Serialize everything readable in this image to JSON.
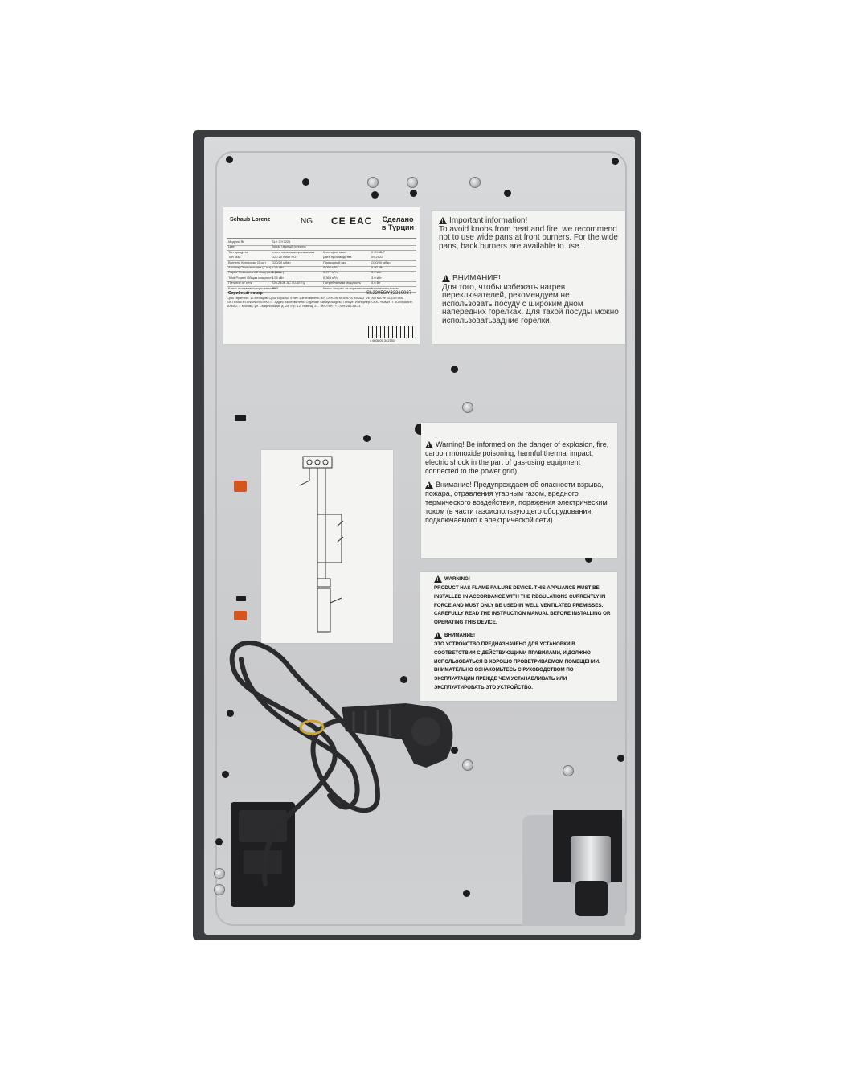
{
  "rating_plate": {
    "brand": "Schaub Lorenz",
    "gas_type": "NG",
    "marks": "CE EAC",
    "made_in": "Сделано в Турции",
    "rows": [
      [
        "Модель №",
        "SLK GY3221",
        "",
        ""
      ],
      [
        "Цвет",
        "Black/ Черный (стекло)",
        "",
        ""
      ],
      [
        "Тип продукта",
        "плита газовая встраиваемая",
        "Категория газа",
        "II 2H3B/P"
      ],
      [
        "Тип газа",
        "G20 20 mbar NG",
        "Дата производства",
        "09.2022"
      ],
      [
        "Burners/ Конфорки (2 шт)",
        "G20/20 мбар",
        "Природный газ",
        "G30/30 мбар"
      ],
      [
        "Auxiliary/Экономичная (1 шт)",
        "0.95 кВт",
        "0.095 м³/ч",
        "0.80 кВт"
      ],
      [
        "Rapid/ Повышенной мощности (1 шт)",
        "2.6 кВт",
        "0.277 м³/ч",
        "2.2 кВт"
      ],
      [
        "Total Power/ Общая мощность",
        "3.55 кВт",
        "0.363 м³/ч",
        "3.0 кВт"
      ],
      [
        "Питание от сети",
        "220-240В AC 50-60 Гц",
        "Потребляемая мощность",
        "0.6 Вт"
      ],
      [
        "Класс пылевлагозащищенности",
        "IP20",
        "Класс защиты от поражения электрическим током",
        "I"
      ]
    ],
    "serial_label": "Серийный номер",
    "serial": "SL2205GY32210027",
    "fine_print": "Срок гарантии: 12 месяцев/ Срок службы: 5 лет. Изготовитель: ER OEKUN MOBILYA INSAAT VE ISITMA ve SOGUTMA SISTEMLERI ANONIM SIRKETI. Адрес изготовителя: Organize Sanayi Bolgesi, Turkiye. Импортер: ООО «ШМИТТ КОМПАНИ», 109052, г. Москва, ул. Смирновская, д. 25, стр. 12, помещ. 21. Тел./Тел.: +7-499-281-88-41",
    "barcode_number": "4 603805 342151"
  },
  "info_label": {
    "title_en": "Important information!",
    "text_en": "To avoid knobs from heat and fire, we recommend not to use wide pans at front burners. For the wide pans, back burners are available to use.",
    "title_ru": "ВНИМАНИЕ!",
    "text_ru": "Для того, чтобы избежать нагрев переключателей, рекомендуем не использовать посуду с широким дном напередних горелках. Для такой посуды можно использоватьзадние горелки."
  },
  "warning_label": {
    "text_en": "Warning! Be informed on the danger of explosion, fire, carbon monoxide poisoning, harmful thermal impact, electric shock in the part of gas-using equipment connected to the power grid)",
    "text_ru": "Внимание! Предупреждаем об опасности взрыва, пожара, отравления угарным газом, вредного термического воздействия, поражения электрическим током (в части газоиспользующего оборудования, подключаемого к электрической сети)"
  },
  "failure_label": {
    "title_en": "WARNING!",
    "text_en": "PRODUCT HAS FLAME FAILURE DEVICE. THIS APPLIANCE MUST BE INSTALLED IN ACCORDANCE WITH THE REGULATIONS CURRENTLY IN FORCE,AND MUST ONLY BE USED IN WELL VENTILATED PREMISSES. CAREFULLY READ THE INSTRUCTION MANUAL BEFORE INSTALLING OR OPERATING THIS DEVICE.",
    "title_ru": "ВНИМАНИЕ!",
    "text_ru": "ЭТО УСТРОЙСТВО ПРЕДНАЗНАЧЕНО ДЛЯ УСТАНОВКИ В СООТВЕТСТВИИ С ДЕЙСТВУЮЩИМИ ПРАВИЛАМИ, И ДОЛЖНО ИСПОЛЬЗОВАТЬСЯ В ХОРОШО ПРОВЕТРИВАЕМОМ ПОМЕЩЕНИИ. ВНИМАТЕЛЬНО ОЗНАКОМЬТЕСЬ С РУКОВОДСТВОМ ПО ЭКСПЛУАТАЦИИ ПРЕЖДЕ ЧЕМ УСТАНАВЛИВАТЬ ИЛИ ЭКСПЛУАТИРОВАТЬ ЭТО УСТРОЙСТВО."
  },
  "colors": {
    "panel": "#d0d1d3",
    "frame": "#3a3c40",
    "clip": "#d4561d",
    "cable": "#2b2b2d",
    "tie": "#c9a23a"
  }
}
